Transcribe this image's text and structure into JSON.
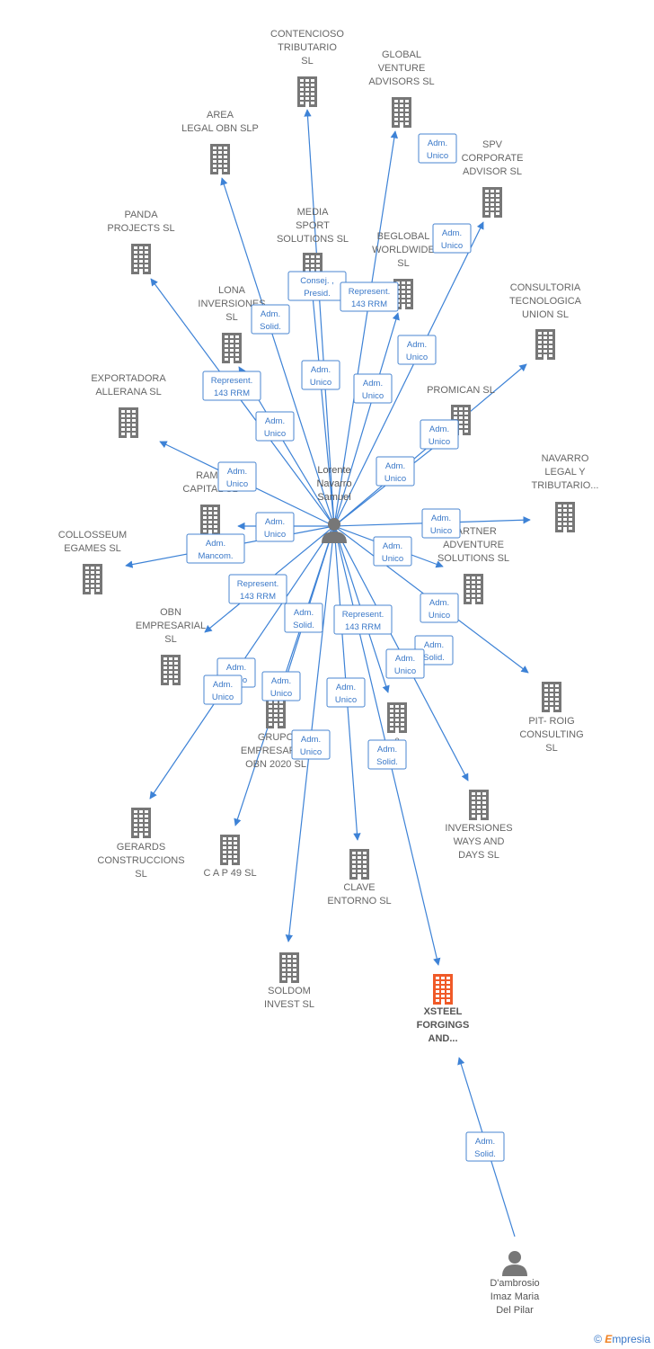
{
  "colors": {
    "edge": "#3d82d6",
    "company": "#777777",
    "company_highlight": "#f05a28",
    "person": "#777777",
    "badge_text": "#3a78c8"
  },
  "people": [
    {
      "id": "lorente",
      "label": [
        "Lorente",
        "Navarro",
        "Samuel"
      ],
      "icon": "person-icon"
    },
    {
      "id": "dambrosio",
      "label": [
        "D'ambrosio",
        "Imaz Maria",
        "Del Pilar"
      ],
      "icon": "person-icon"
    }
  ],
  "companies": [
    {
      "id": "contencioso",
      "label": [
        "CONTENCIOSO",
        "TRIBUTARIO",
        "SL"
      ]
    },
    {
      "id": "global",
      "label": [
        "GLOBAL",
        "VENTURE",
        "ADVISORS  SL"
      ]
    },
    {
      "id": "area",
      "label": [
        "AREA",
        "LEGAL OBN  SLP"
      ]
    },
    {
      "id": "spv",
      "label": [
        "SPV",
        "CORPORATE",
        "ADVISOR  SL"
      ]
    },
    {
      "id": "panda",
      "label": [
        "PANDA",
        "PROJECTS  SL"
      ]
    },
    {
      "id": "media",
      "label": [
        "MEDIA",
        "SPORT",
        "SOLUTIONS  SL"
      ]
    },
    {
      "id": "beglobal",
      "label": [
        "BEGLOBAL",
        "WORLDWIDE",
        "SL"
      ]
    },
    {
      "id": "consultoria",
      "label": [
        "CONSULTORIA",
        "TECNOLOGICA",
        "UNION  SL"
      ]
    },
    {
      "id": "lona",
      "label": [
        "LONA",
        "INVERSIONES",
        "SL"
      ]
    },
    {
      "id": "exportadora",
      "label": [
        "EXPORTADORA",
        "ALLERANA  SL"
      ]
    },
    {
      "id": "promican",
      "label": [
        "PROMICAN  SL"
      ]
    },
    {
      "id": "navarro",
      "label": [
        "NAVARRO",
        "LEGAL Y",
        "TRIBUTARIO..."
      ]
    },
    {
      "id": "ramp",
      "label": [
        "RAMP",
        "CAPITAL  SL"
      ]
    },
    {
      "id": "collosseum",
      "label": [
        "COLLOSSEUM",
        "EGAMES  SL"
      ]
    },
    {
      "id": "partner",
      "label": [
        "PARTNER",
        "ADVENTURE",
        "SOLUTIONS  SL"
      ]
    },
    {
      "id": "obn",
      "label": [
        "OBN",
        "EMPRESARIAL",
        "SL"
      ]
    },
    {
      "id": "pitroig",
      "label": [
        "PIT- ROIG",
        "CONSULTING",
        "SL"
      ]
    },
    {
      "id": "grupo",
      "label": [
        "GRUPO",
        "EMPRESARIAL",
        "OBN 2020  SL"
      ]
    },
    {
      "id": "amp",
      "label": [
        "&",
        "SL"
      ]
    },
    {
      "id": "gerards",
      "label": [
        "GERARDS",
        "CONSTRUCCIONS",
        "SL"
      ]
    },
    {
      "id": "cap49",
      "label": [
        "C A P 49 SL"
      ]
    },
    {
      "id": "inversiones",
      "label": [
        "INVERSIONES",
        "WAYS AND",
        "DAYS  SL"
      ]
    },
    {
      "id": "clave",
      "label": [
        "CLAVE",
        "ENTORNO  SL"
      ]
    },
    {
      "id": "soldom",
      "label": [
        "SOLDOM",
        "INVEST  SL"
      ]
    },
    {
      "id": "xsteel",
      "label": [
        "XSTEEL",
        "FORGINGS",
        "AND..."
      ],
      "highlight": true
    }
  ],
  "edges": [
    {
      "from": "lorente",
      "to": "contencioso"
    },
    {
      "from": "lorente",
      "to": "global"
    },
    {
      "from": "lorente",
      "to": "area"
    },
    {
      "from": "lorente",
      "to": "spv"
    },
    {
      "from": "lorente",
      "to": "panda"
    },
    {
      "from": "lorente",
      "to": "media"
    },
    {
      "from": "lorente",
      "to": "beglobal"
    },
    {
      "from": "lorente",
      "to": "consultoria"
    },
    {
      "from": "lorente",
      "to": "lona"
    },
    {
      "from": "lorente",
      "to": "exportadora"
    },
    {
      "from": "lorente",
      "to": "promican"
    },
    {
      "from": "lorente",
      "to": "navarro"
    },
    {
      "from": "lorente",
      "to": "ramp"
    },
    {
      "from": "lorente",
      "to": "collosseum"
    },
    {
      "from": "lorente",
      "to": "partner"
    },
    {
      "from": "lorente",
      "to": "obn"
    },
    {
      "from": "lorente",
      "to": "pitroig"
    },
    {
      "from": "lorente",
      "to": "grupo"
    },
    {
      "from": "lorente",
      "to": "amp"
    },
    {
      "from": "lorente",
      "to": "gerards"
    },
    {
      "from": "lorente",
      "to": "cap49"
    },
    {
      "from": "lorente",
      "to": "inversiones"
    },
    {
      "from": "lorente",
      "to": "clave"
    },
    {
      "from": "lorente",
      "to": "soldom"
    },
    {
      "from": "lorente",
      "to": "xsteel"
    },
    {
      "from": "dambrosio",
      "to": "xsteel"
    }
  ],
  "badges": [
    [
      "Adm.",
      "Unico"
    ],
    [
      "Adm.",
      "Unico"
    ],
    [
      "Consej. ,",
      "Presid."
    ],
    [
      "Represent.",
      "143 RRM"
    ],
    [
      "Adm.",
      "Solid."
    ],
    [
      "Adm.",
      "Unico"
    ],
    [
      "Adm.",
      "Unico"
    ],
    [
      "Adm.",
      "Unico"
    ],
    [
      "Represent.",
      "143 RRM"
    ],
    [
      "Adm.",
      "Unico"
    ],
    [
      "Adm.",
      "Unico"
    ],
    [
      "Adm.",
      "Unico"
    ],
    [
      "Adm.",
      "Unico"
    ],
    [
      "Adm.",
      "Unico"
    ],
    [
      "Adm.",
      "Unico"
    ],
    [
      "Adm.",
      "Mancom."
    ],
    [
      "Adm.",
      "Unico"
    ],
    [
      "Represent.",
      "143 RRM"
    ],
    [
      "Adm.",
      "Unico"
    ],
    [
      "Adm.",
      "Solid."
    ],
    [
      "Represent.",
      "143 RRM"
    ],
    [
      "Adm.",
      "Solid."
    ],
    [
      "Adm.",
      "Unico"
    ],
    [
      "Adm.",
      "Unico"
    ],
    [
      "Adm.",
      "Unico"
    ],
    [
      "Adm.",
      "Unico"
    ],
    [
      "Adm.",
      "Unico"
    ],
    [
      "Adm.",
      "Unico"
    ],
    [
      "Adm.",
      "Solid."
    ],
    [
      "Adm.",
      "Solid."
    ]
  ],
  "footer": {
    "copyright": "©",
    "brand_initial": "E",
    "brand_rest": "mpresia"
  }
}
